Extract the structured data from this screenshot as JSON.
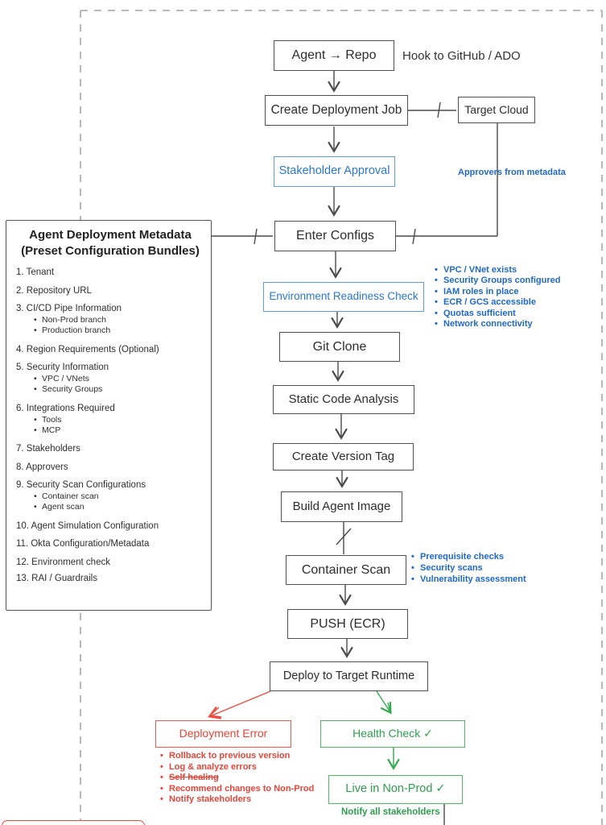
{
  "colors": {
    "accent_blue": "#2a78cf",
    "note_blue": "#1f68c9",
    "accent_green": "#2f9e4e",
    "accent_red": "#e8453a",
    "connector_dark": "#4a4a4a",
    "dashed_border": "#b0b0b0"
  },
  "nodes": {
    "agent_repo": "Agent → Repo",
    "create_job": "Create Deployment Job",
    "target_cloud": "Target Cloud",
    "stakeholder_approval": "Stakeholder Approval",
    "enter_configs": "Enter Configs",
    "env_readiness": "Environment Readiness Check",
    "git_clone": "Git Clone",
    "static_analysis": "Static Code Analysis",
    "version_tag": "Create Version Tag",
    "build_image": "Build Agent Image",
    "container_scan": "Container Scan",
    "push_ecr": "PUSH (ECR)",
    "deploy_runtime": "Deploy to Target Runtime",
    "deployment_error": "Deployment Error",
    "health_check": "Health Check ✓",
    "live_nonprod": "Live in Non-Prod ✓"
  },
  "annotations": {
    "hook": "Hook to GitHub / ADO",
    "approvers": "Approvers from metadata",
    "notify_all": "Notify all stakeholders"
  },
  "env_checklist": [
    "VPC / VNet exists",
    "Security Groups configured",
    "IAM roles in place",
    "ECR / GCS accessible",
    "Quotas sufficient",
    "Network connectivity"
  ],
  "scan_checklist": [
    "Prerequisite checks",
    "Security scans",
    "Vulnerability assessment"
  ],
  "error_actions": {
    "items": [
      "Rollback to previous version",
      "Log & analyze errors",
      "Self healing",
      "Recommend changes to Non-Prod",
      "Notify stakeholders"
    ],
    "struck_index": 2
  },
  "metadata_panel": {
    "title": "Agent Deployment Metadata",
    "subtitle": "(Preset Configuration Bundles)",
    "items": [
      {
        "text": "1. Tenant"
      },
      {
        "text": "2. Repository URL"
      },
      {
        "text": "3. CI/CD Pipe Information",
        "subs": [
          "Non-Prod branch",
          "Production branch"
        ]
      },
      {
        "text": "4. Region Requirements (Optional)"
      },
      {
        "text": "5. Security Information",
        "subs": [
          "VPC / VNets",
          "Security Groups"
        ]
      },
      {
        "text": "6. Integrations Required",
        "subs": [
          "Tools",
          "MCP"
        ]
      },
      {
        "text": "7. Stakeholders"
      },
      {
        "text": "8. Approvers"
      },
      {
        "text": "9. Security Scan Configurations",
        "subs": [
          "Container scan",
          "Agent scan"
        ]
      },
      {
        "text": "10. Agent Simulation Configuration"
      },
      {
        "text": "11. Okta Configuration/Metadata"
      },
      {
        "text": "12. Environment check"
      },
      {
        "text": "13. RAI / Guardrails"
      }
    ]
  }
}
